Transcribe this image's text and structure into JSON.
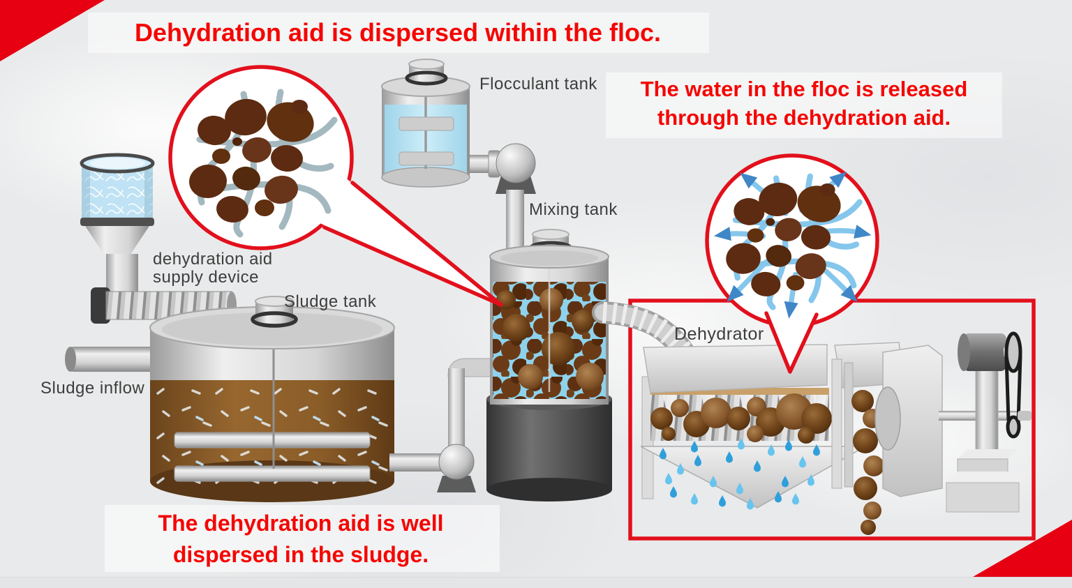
{
  "slide": {
    "title": "Dehydration aid is dispersed within the floc.",
    "annotations": {
      "water_released": {
        "line1": "The water in the floc is released",
        "line2": "through the dehydration aid."
      },
      "well_dispersed": {
        "line1": "The dehydration aid is well",
        "line2": "dispersed in the sludge."
      }
    },
    "labels": {
      "flocculant_tank": "Flocculant tank",
      "mixing_tank": "Mixing tank",
      "sludge_tank": "Sludge tank",
      "sludge_inflow": "Sludge inflow",
      "supply_device": {
        "line1": "dehydration aid",
        "line2": "supply device"
      },
      "dehydrator": "Dehydrator"
    },
    "icons": {
      "floc_callout": "magnifier-callout-icon",
      "water_release_callout": "magnifier-callout-icon",
      "corner_accents": "red-corner-triangle"
    },
    "colors": {
      "accent_red_text": "#f50602",
      "accent_red_shape": "#e2101c",
      "label_gray": "#3d3d3d",
      "flocculant_blue": "#b3e0f2",
      "mixing_window_blue": "#8ed2ec",
      "sludge_brown": "#8a5c28",
      "floc_brown": "#5d2b11",
      "aid_strand_gray": "#a3b8bf",
      "water_line_blue": "#85c6ec",
      "water_arrow_blue": "#3f87c7",
      "droplet_blue": "#2f9fdc",
      "machine_gray": "#d6d6d6"
    }
  }
}
